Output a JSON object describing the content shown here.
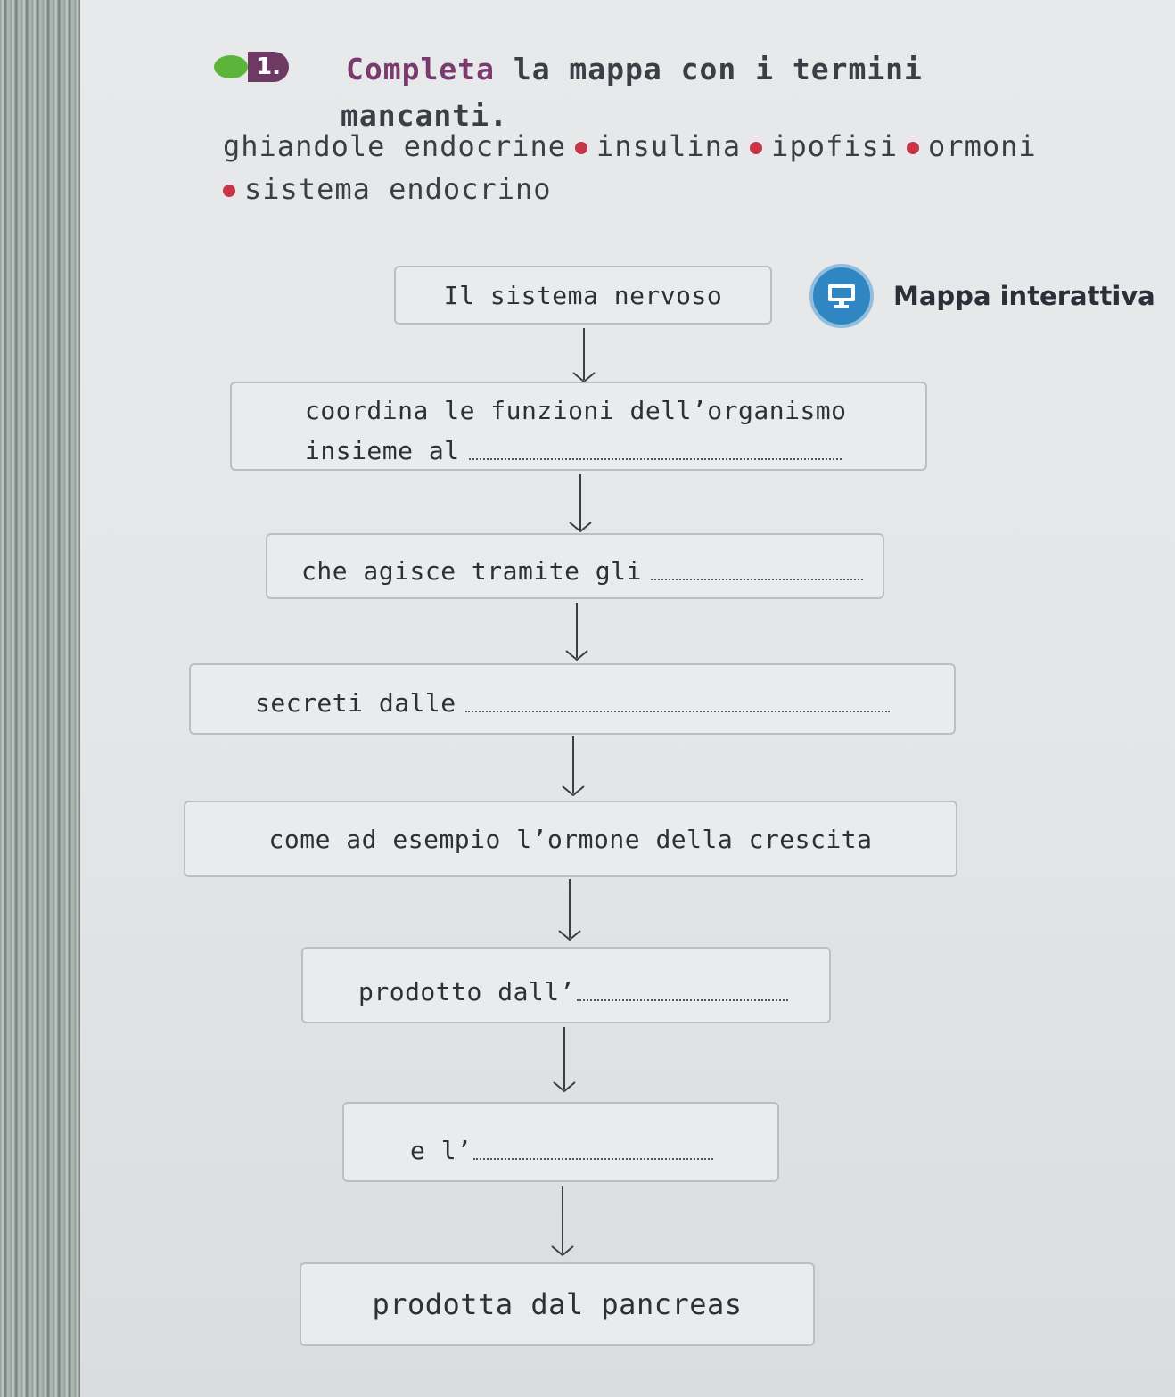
{
  "exercise": {
    "number": "1.",
    "title_first": "Completa",
    "title_rest": "la mappa con i termini",
    "title_line2": "mancanti."
  },
  "word_bank": [
    "ghiandole endocrine",
    "insulina",
    "ipofisi",
    "ormoni",
    "sistema endocrino"
  ],
  "interactive_link": {
    "label": "Mappa interattiva",
    "icon": "monitor-icon"
  },
  "map": {
    "box1": "Il sistema nervoso",
    "box2_line1": "coordina le funzioni dell’organismo",
    "box2_line2": "insieme al",
    "box3": "che agisce tramite gli",
    "box4": "secreti dalle",
    "box5": "come ad esempio l’ormone della crescita",
    "box6": "prodotto dall’",
    "box7": "e l’",
    "box8": "prodotta dal pancreas"
  },
  "colors": {
    "accent_green": "#5cb43a",
    "badge_purple": "#6e3a63",
    "bullet_red": "#c8344a",
    "link_blue": "#2f86c2"
  }
}
